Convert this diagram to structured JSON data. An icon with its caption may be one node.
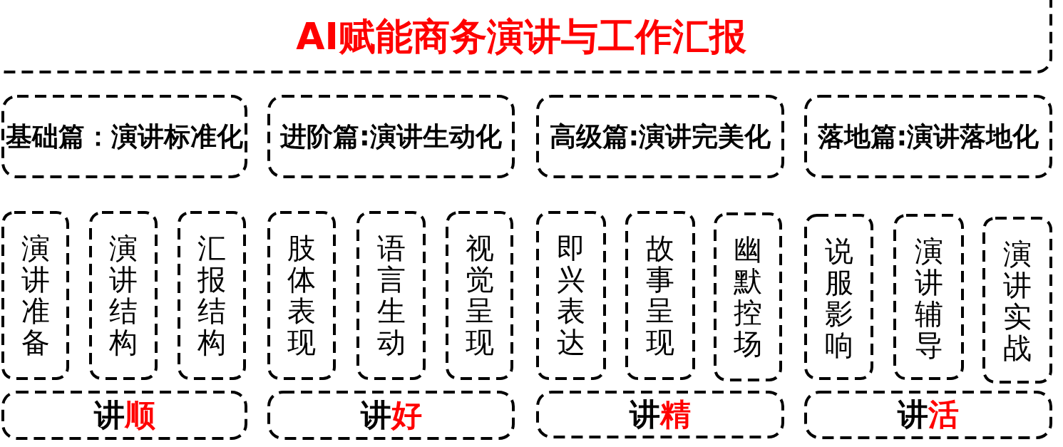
{
  "diagram": {
    "nodes": [
      {
        "text": [
          "AI赋能商务演讲与工作汇报"
        ]
      },
      {
        "text": [
          "基础篇：演讲标准化"
        ]
      },
      {
        "text": [
          "进阶篇:演讲生动化"
        ]
      },
      {
        "text": [
          "高级篇:演讲完美化"
        ]
      },
      {
        "text": [
          "落地篇:演讲落地化"
        ]
      },
      {
        "text": [
          "演讲准备"
        ]
      },
      {
        "text": [
          "演讲结构"
        ]
      },
      {
        "text": [
          "汇报结构"
        ]
      },
      {
        "text": [
          "肢体表现"
        ]
      },
      {
        "text": [
          "语言生动"
        ]
      },
      {
        "text": [
          "视觉呈现"
        ]
      },
      {
        "text": [
          "即兴表达"
        ]
      },
      {
        "text": [
          "故事呈现"
        ]
      },
      {
        "text": [
          "幽默控场"
        ]
      },
      {
        "text": [
          "说服影响"
        ]
      },
      {
        "text": [
          "演讲辅导"
        ]
      },
      {
        "text": [
          "演讲实战"
        ]
      },
      {
        "text": [
          "讲顺"
        ]
      },
      {
        "text": [
          "讲好"
        ]
      },
      {
        "text": [
          "讲精"
        ]
      },
      {
        "text": [
          "讲活"
        ]
      }
    ],
    "edges": []
  }
}
